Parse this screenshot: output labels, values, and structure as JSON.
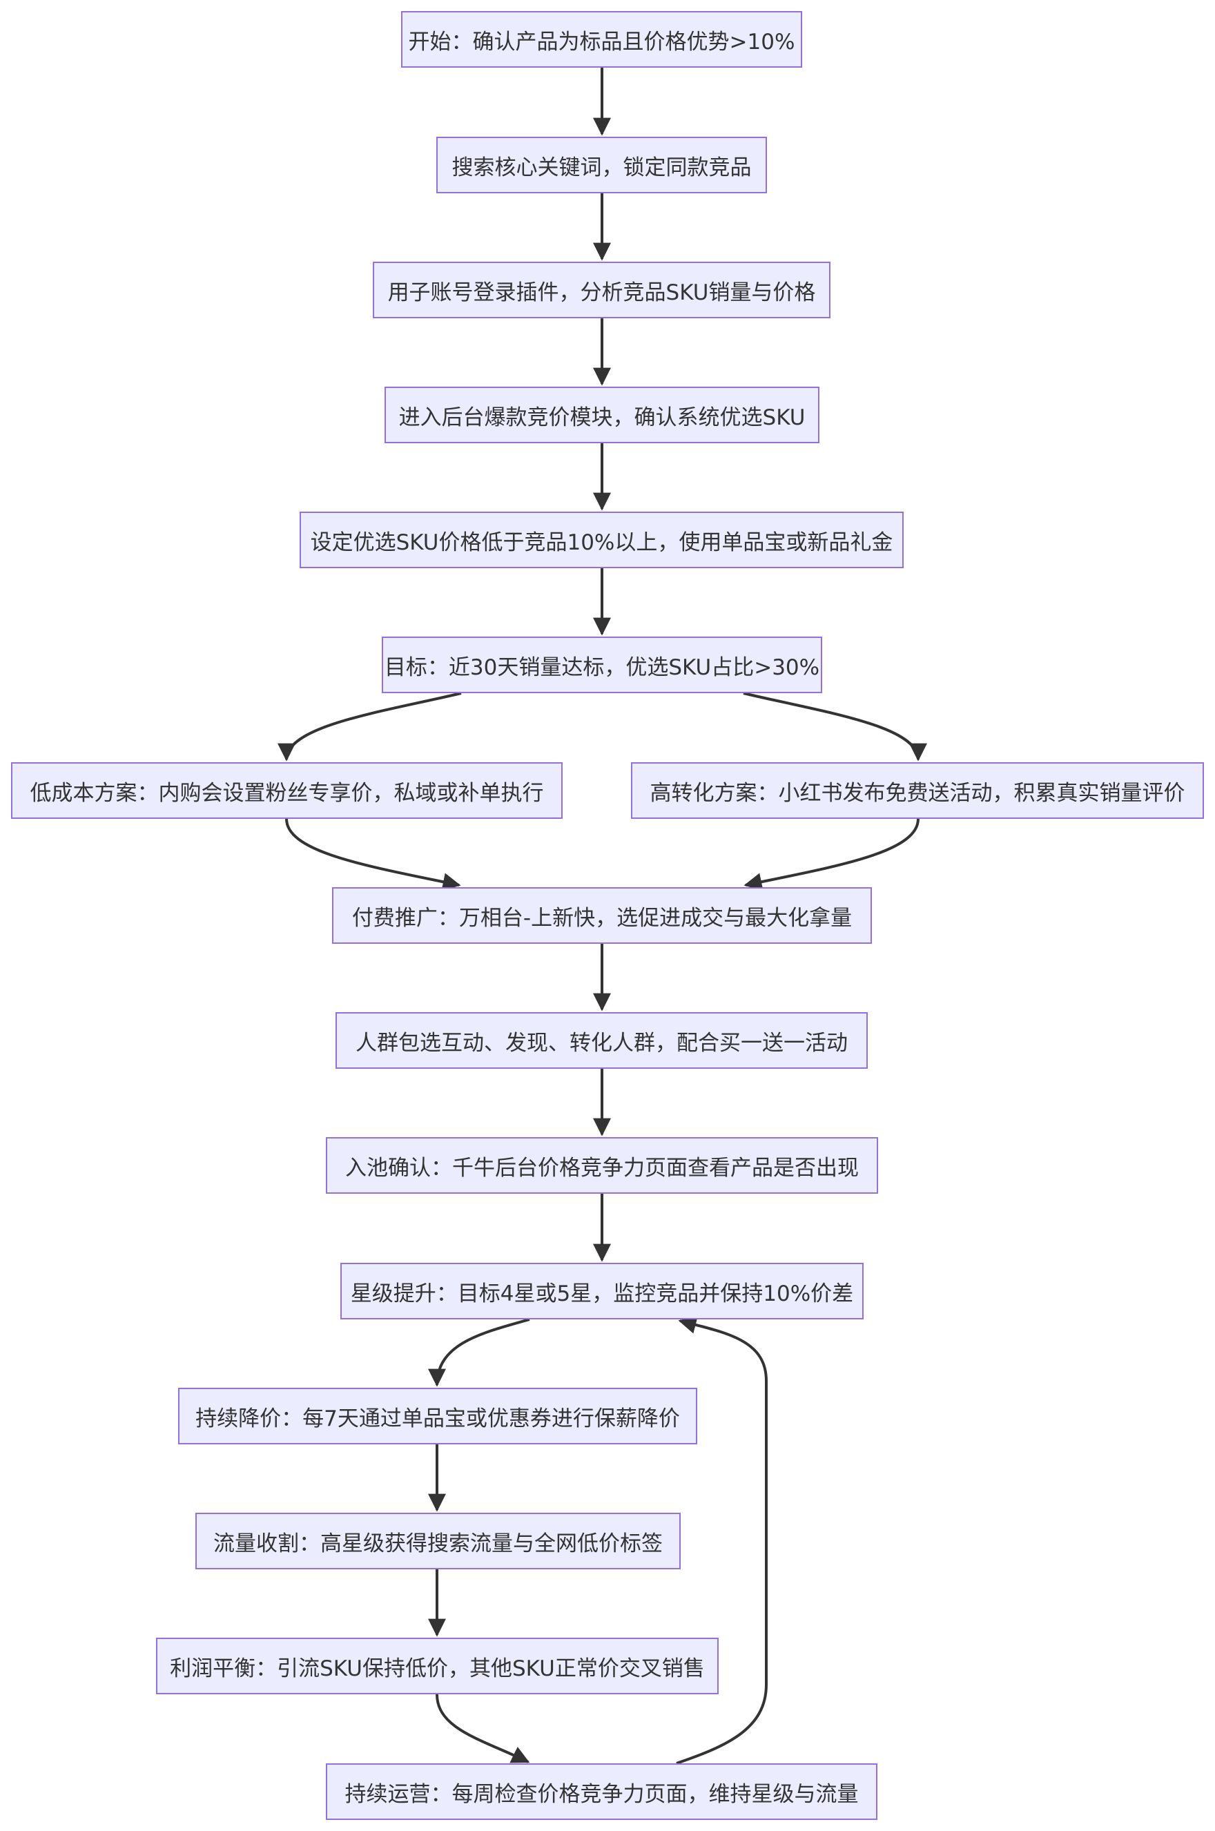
{
  "colors": {
    "node_fill": "#ececff",
    "node_border": "#9370db",
    "edge": "#333333",
    "text": "#333333"
  },
  "nodes": [
    {
      "id": "n1",
      "label": "开始：确认产品为标品且价格优势>10%"
    },
    {
      "id": "n2",
      "label": "搜索核心关键词，锁定同款竞品"
    },
    {
      "id": "n3",
      "label": "用子账号登录插件，分析竞品SKU销量与价格"
    },
    {
      "id": "n4",
      "label": "进入后台爆款竞价模块，确认系统优选SKU"
    },
    {
      "id": "n5",
      "label": "设定优选SKU价格低于竞品10%以上，使用单品宝或新品礼金"
    },
    {
      "id": "n6",
      "label": "目标：近30天销量达标，优选SKU占比>30%"
    },
    {
      "id": "n7",
      "label": "低成本方案：内购会设置粉丝专享价，私域或补单执行"
    },
    {
      "id": "n8",
      "label": "高转化方案：小红书发布免费送活动，积累真实销量评价"
    },
    {
      "id": "n9",
      "label": "付费推广：万相台-上新快，选促进成交与最大化拿量"
    },
    {
      "id": "n10",
      "label": "人群包选互动、发现、转化人群，配合买一送一活动"
    },
    {
      "id": "n11",
      "label": "入池确认：千牛后台价格竞争力页面查看产品是否出现"
    },
    {
      "id": "n12",
      "label": "星级提升：目标4星或5星，监控竞品并保持10%价差"
    },
    {
      "id": "n13",
      "label": "持续降价：每7天通过单品宝或优惠券进行保薪降价"
    },
    {
      "id": "n14",
      "label": "流量收割：高星级获得搜索流量与全网低价标签"
    },
    {
      "id": "n15",
      "label": "利润平衡：引流SKU保持低价，其他SKU正常价交叉销售"
    },
    {
      "id": "n16",
      "label": "持续运营：每周检查价格竞争力页面，维持星级与流量"
    }
  ],
  "edges": [
    {
      "from": "n1",
      "to": "n2"
    },
    {
      "from": "n2",
      "to": "n3"
    },
    {
      "from": "n3",
      "to": "n4"
    },
    {
      "from": "n4",
      "to": "n5"
    },
    {
      "from": "n5",
      "to": "n6"
    },
    {
      "from": "n6",
      "to": "n7"
    },
    {
      "from": "n6",
      "to": "n8"
    },
    {
      "from": "n7",
      "to": "n9"
    },
    {
      "from": "n8",
      "to": "n9"
    },
    {
      "from": "n9",
      "to": "n10"
    },
    {
      "from": "n10",
      "to": "n11"
    },
    {
      "from": "n11",
      "to": "n12"
    },
    {
      "from": "n12",
      "to": "n13"
    },
    {
      "from": "n13",
      "to": "n14"
    },
    {
      "from": "n14",
      "to": "n15"
    },
    {
      "from": "n15",
      "to": "n16"
    },
    {
      "from": "n16",
      "to": "n12"
    }
  ]
}
